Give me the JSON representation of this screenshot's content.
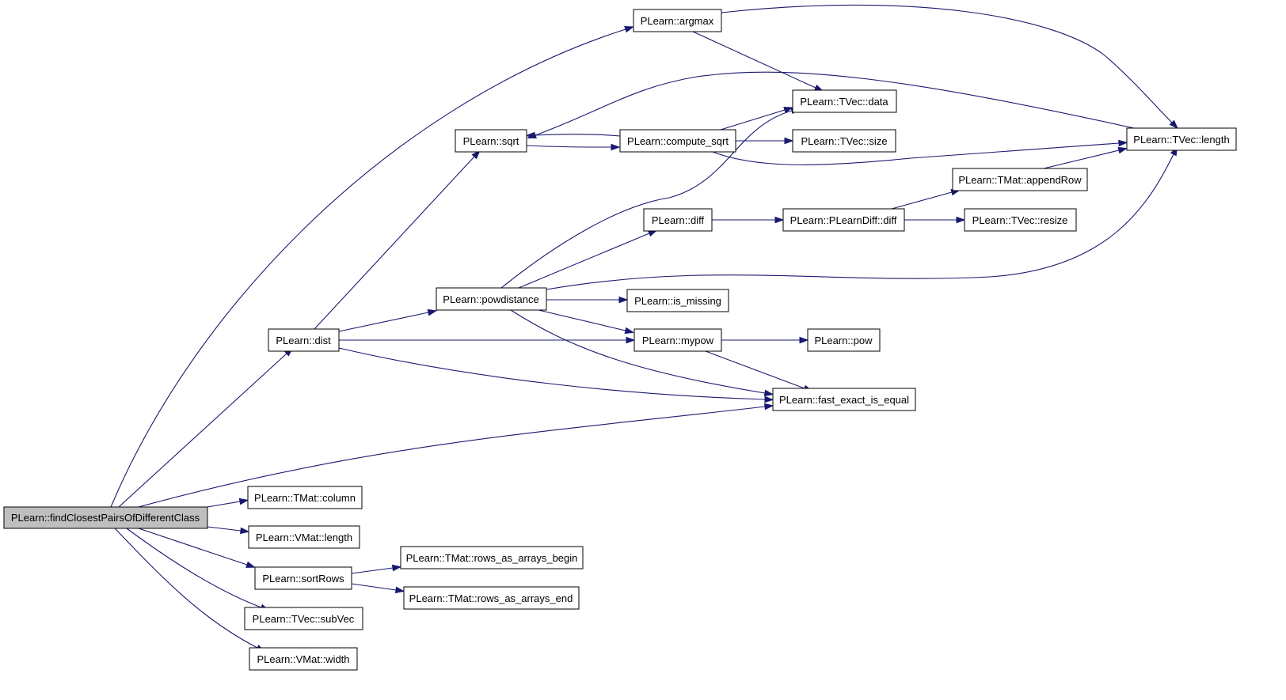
{
  "nodes": {
    "root": "PLearn::findClosestPairsOfDifferentClass",
    "argmax": "PLearn::argmax",
    "tvec_data": "PLearn::TVec::data",
    "sqrt": "PLearn::sqrt",
    "compute_sqrt": "PLearn::compute_sqrt",
    "tvec_size": "PLearn::TVec::size",
    "tvec_length": "PLearn::TVec::length",
    "tmat_appendrow": "PLearn::TMat::appendRow",
    "diff": "PLearn::diff",
    "plearndiff_diff": "PLearn::PLearnDiff::diff",
    "tvec_resize": "PLearn::TVec::resize",
    "powdistance": "PLearn::powdistance",
    "is_missing": "PLearn::is_missing",
    "dist": "PLearn::dist",
    "mypow": "PLearn::mypow",
    "pow": "PLearn::pow",
    "fast_exact_is_equal": "PLearn::fast_exact_is_equal",
    "tmat_column": "PLearn::TMat::column",
    "vmat_length": "PLearn::VMat::length",
    "sortrows": "PLearn::sortRows",
    "rows_begin": "PLearn::TMat::rows_as_arrays_begin",
    "rows_end": "PLearn::TMat::rows_as_arrays_end",
    "tvec_subvec": "PLearn::TVec::subVec",
    "vmat_width": "PLearn::VMat::width"
  },
  "edges": [
    [
      "root",
      "argmax"
    ],
    [
      "root",
      "dist"
    ],
    [
      "root",
      "fast_exact_is_equal"
    ],
    [
      "root",
      "tmat_column"
    ],
    [
      "root",
      "vmat_length"
    ],
    [
      "root",
      "sortrows"
    ],
    [
      "root",
      "tvec_subvec"
    ],
    [
      "root",
      "vmat_width"
    ],
    [
      "argmax",
      "tvec_data"
    ],
    [
      "argmax",
      "tvec_length"
    ],
    [
      "sqrt",
      "compute_sqrt"
    ],
    [
      "compute_sqrt",
      "sqrt"
    ],
    [
      "compute_sqrt",
      "tvec_data"
    ],
    [
      "compute_sqrt",
      "tvec_size"
    ],
    [
      "compute_sqrt",
      "tvec_length"
    ],
    [
      "tvec_length",
      "sqrt"
    ],
    [
      "dist",
      "sqrt"
    ],
    [
      "dist",
      "powdistance"
    ],
    [
      "dist",
      "mypow"
    ],
    [
      "dist",
      "fast_exact_is_equal"
    ],
    [
      "powdistance",
      "tvec_data"
    ],
    [
      "powdistance",
      "diff"
    ],
    [
      "powdistance",
      "tvec_length"
    ],
    [
      "powdistance",
      "is_missing"
    ],
    [
      "powdistance",
      "mypow"
    ],
    [
      "powdistance",
      "fast_exact_is_equal"
    ],
    [
      "diff",
      "plearndiff_diff"
    ],
    [
      "plearndiff_diff",
      "tmat_appendrow"
    ],
    [
      "plearndiff_diff",
      "tvec_resize"
    ],
    [
      "tmat_appendrow",
      "tvec_length"
    ],
    [
      "mypow",
      "pow"
    ],
    [
      "mypow",
      "fast_exact_is_equal"
    ],
    [
      "sortrows",
      "rows_begin"
    ],
    [
      "sortrows",
      "rows_end"
    ]
  ]
}
